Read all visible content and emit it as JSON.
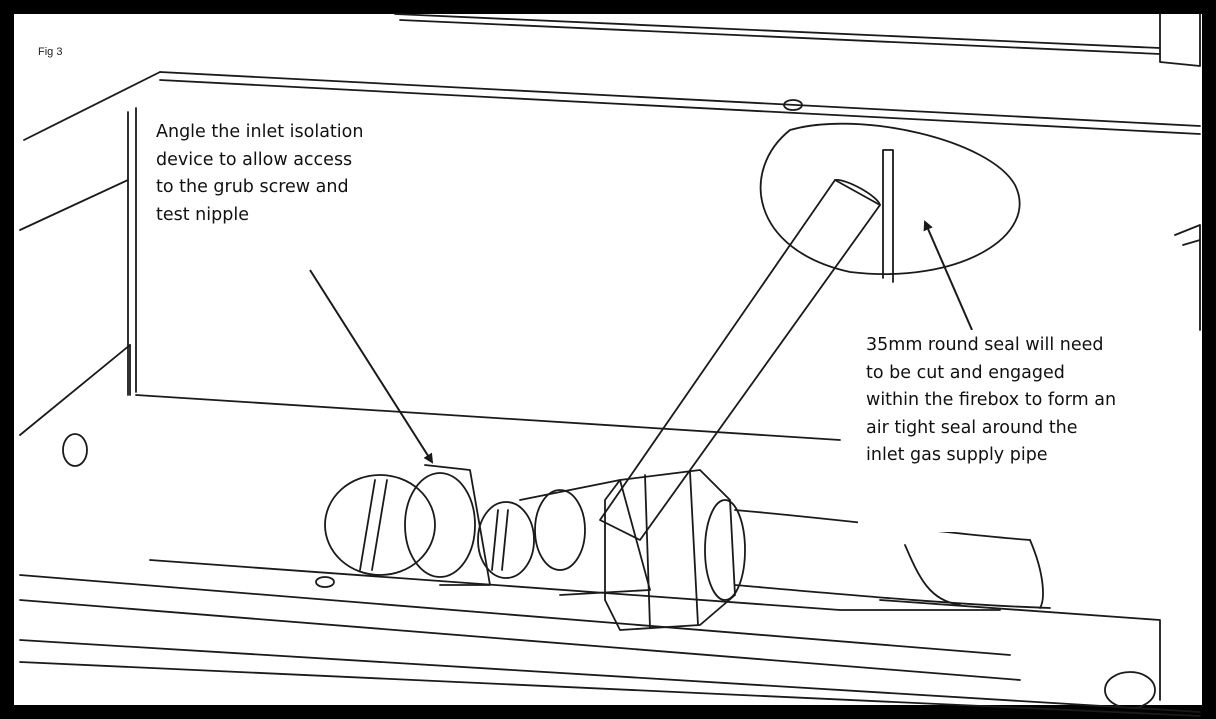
{
  "figure": {
    "label": "Fig 3",
    "callouts": {
      "left": {
        "lines": [
          "Angle the inlet isolation",
          "device to allow access",
          "to the grub screw and",
          "test nipple"
        ]
      },
      "right": {
        "lines": [
          "35mm round seal will need",
          "to be cut and engaged",
          "within the firebox to form an",
          "air tight seal around the",
          "inlet gas supply pipe"
        ]
      }
    },
    "colors": {
      "line": "#1a1a1a",
      "frame": "#000000",
      "background": "#ffffff"
    }
  }
}
